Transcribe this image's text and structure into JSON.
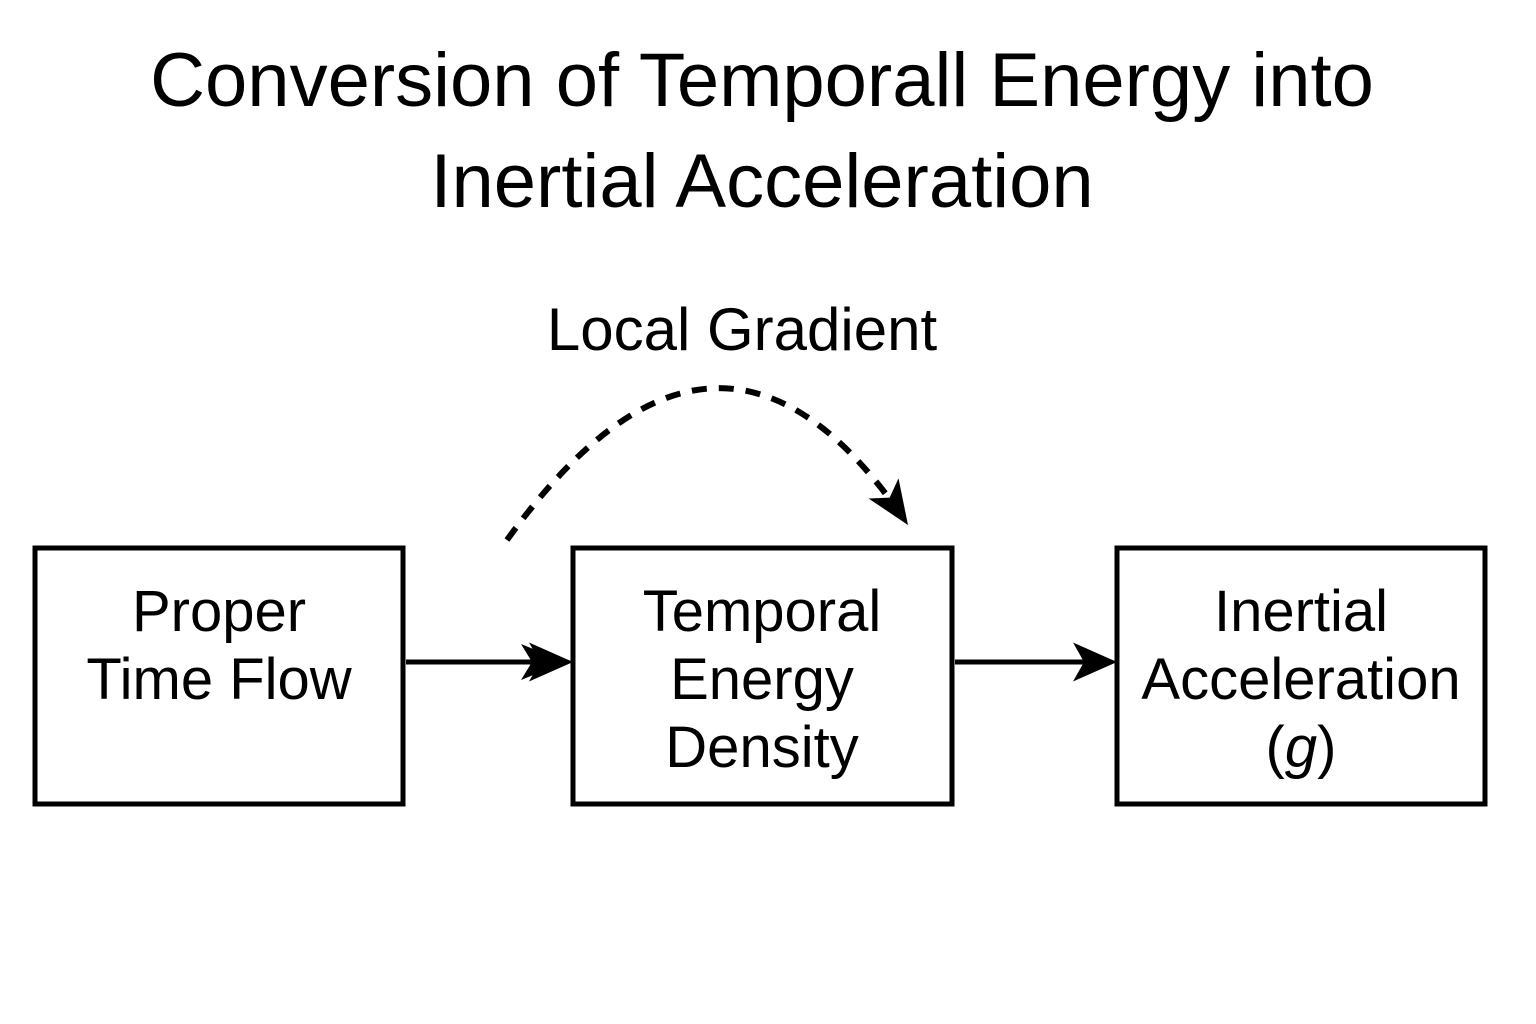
{
  "meta": {
    "background_color": "#ffffff",
    "ink_color": "#000000"
  },
  "title": {
    "line1": "Conversion of Temporall Energy into",
    "line2": "Inertial Acceleration"
  },
  "annotation": {
    "label": "Local Gradient"
  },
  "nodes": {
    "proper_time_flow": {
      "lines": [
        "Proper",
        "Time Flow"
      ]
    },
    "temporal_energy_density": {
      "lines": [
        "Temporal",
        "Energy",
        "Density"
      ]
    },
    "inertial_acceleration": {
      "lines": [
        "Inertial",
        "Acceleration"
      ],
      "paren_open": "(",
      "symbol": "g",
      "paren_close": ")"
    }
  },
  "edges": {
    "flow_1": "proper_time_flow -> temporal_energy_density",
    "flow_2": "temporal_energy_density -> inertial_acceleration",
    "local_gradient_arc": "dashed arc onto temporal_energy_density"
  }
}
